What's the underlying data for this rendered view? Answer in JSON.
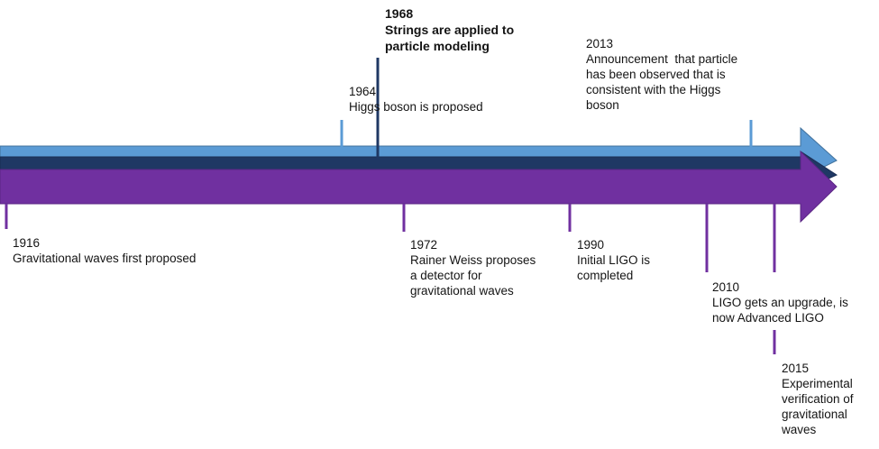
{
  "colors": {
    "light_blue": "#5b9bd5",
    "dark_navy": "#1f3864",
    "purple": "#7030a0",
    "light_blue_tick": "#5b9bd5",
    "navy_tick": "#1f3864",
    "purple_tick": "#7030a0"
  },
  "events": [
    {
      "id": "1968",
      "year": "1968",
      "lines": [
        "Strings are applied to",
        "particle modeling"
      ],
      "track": "navy",
      "bold": true
    },
    {
      "id": "1964",
      "year": "1964",
      "lines": [
        "Higgs boson is proposed"
      ],
      "track": "light_blue",
      "bold": false
    },
    {
      "id": "2013",
      "year": "2013",
      "lines": [
        "Announcement  that particle",
        "has been observed that is",
        "consistent with the Higgs",
        "boson"
      ],
      "track": "light_blue",
      "bold": false
    },
    {
      "id": "1916",
      "year": "1916",
      "lines": [
        "Gravitational waves first proposed"
      ],
      "track": "purple",
      "bold": false
    },
    {
      "id": "1972",
      "year": "1972",
      "lines": [
        "Rainer Weiss proposes",
        "a detector for",
        "gravitational waves"
      ],
      "track": "purple",
      "bold": false
    },
    {
      "id": "1990",
      "year": "1990",
      "lines": [
        "Initial LIGO is",
        "completed"
      ],
      "track": "purple",
      "bold": false
    },
    {
      "id": "2010",
      "year": "2010",
      "lines": [
        "LIGO gets an upgrade, is",
        "now Advanced LIGO"
      ],
      "track": "purple",
      "bold": false
    },
    {
      "id": "2015",
      "year": "2015",
      "lines": [
        "Experimental",
        "verification of",
        "gravitational",
        "waves"
      ],
      "track": "purple",
      "bold": false
    }
  ]
}
